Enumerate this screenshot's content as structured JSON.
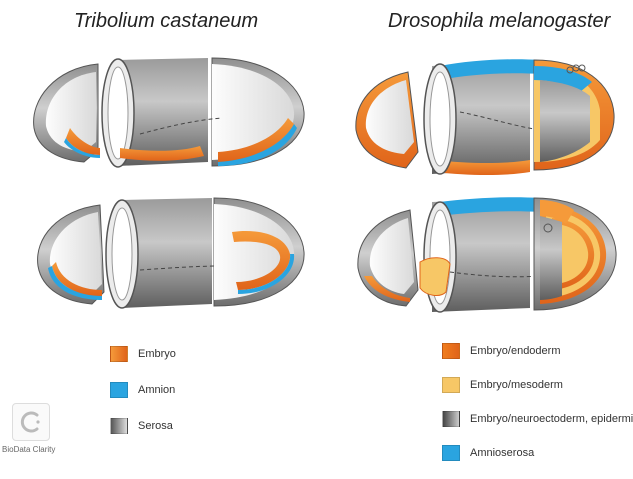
{
  "titles": {
    "left": "Tribolium castaneum",
    "right": "Drosophila melanogaster"
  },
  "legend_left": [
    {
      "label": "Embryo",
      "color": "#f07d1e"
    },
    {
      "label": "Amnion",
      "color": "#2aa4e0"
    },
    {
      "label": "Serosa",
      "color": "#8a8a8a"
    }
  ],
  "legend_right": [
    {
      "label": "Embryo/endoderm",
      "color": "#ee6f20"
    },
    {
      "label": "Embryo/mesoderm",
      "color": "#f7c766"
    },
    {
      "label": "Embryo/neuroectoderm, epidermis",
      "color": "#7a7a7a"
    },
    {
      "label": "Amnioserosa",
      "color": "#2aa4e0"
    }
  ],
  "logo": {
    "text": "BioData Clarity",
    "icon": "spinner-c-icon"
  },
  "colors": {
    "orange": "#f07d1e",
    "blue": "#2aa4e0",
    "light_orange": "#f7c766",
    "gray_dark": "#555555",
    "gray_light": "#d4d4d4"
  }
}
